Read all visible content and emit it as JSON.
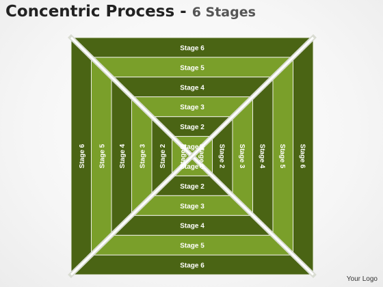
{
  "title": {
    "main": "Concentric Process",
    "dash": " - ",
    "sub": "6 Stages"
  },
  "stage_labels": [
    "Stage 1",
    "Stage 2",
    "Stage 3",
    "Stage 4",
    "Stage 5",
    "Stage 6"
  ],
  "colors": {
    "dark": "#4a6414",
    "light": "#7a9f2a",
    "divider": "#eef0e6",
    "cross": "#d9dcd2",
    "text": "#ffffff"
  },
  "logo_text": "Your Logo"
}
